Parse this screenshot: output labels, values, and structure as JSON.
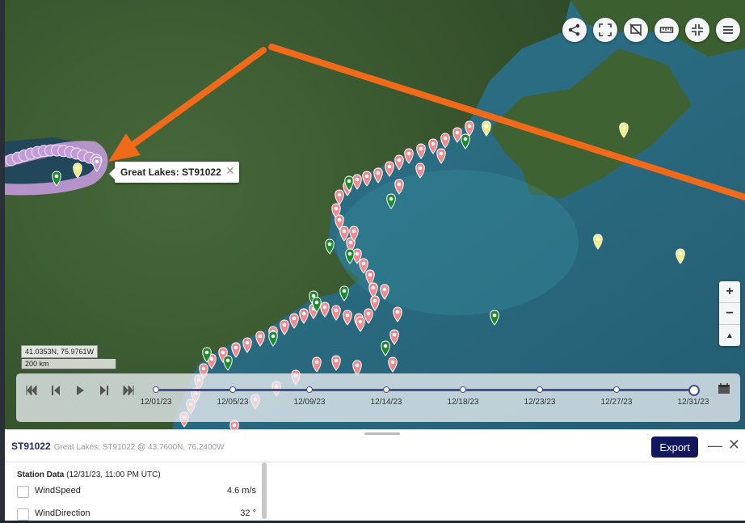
{
  "map": {
    "popup": {
      "title": "Great Lakes: ST91022",
      "close": "✕"
    },
    "coordinate_readout": "41.0353N, 75.9761W",
    "scale_label": "200 km",
    "colors": {
      "coast_marker": "#f08a8e",
      "station_marker": "#1e8a2e",
      "buoy_marker": "#f2ec7a",
      "track": "#c39bd6",
      "arrow": "#f06a1a",
      "ocean": "#2e6f86",
      "land": "#3d5a2e"
    },
    "tools": [
      {
        "name": "share-icon"
      },
      {
        "name": "fullscreen-icon"
      },
      {
        "name": "hide-labels-icon"
      },
      {
        "name": "ruler-icon"
      },
      {
        "name": "collapse-icon"
      },
      {
        "name": "layers-menu-icon"
      }
    ],
    "zoom": {
      "in": "+",
      "out": "−",
      "compass": "▲"
    }
  },
  "timeline": {
    "controls": [
      "skip-start-icon",
      "step-back-icon",
      "play-icon",
      "step-forward-icon",
      "skip-end-icon"
    ],
    "dates": [
      "12/01/23",
      "12/05/23",
      "12/09/23",
      "12/14/23",
      "12/18/23",
      "12/23/23",
      "12/27/23",
      "12/31/23"
    ]
  },
  "panel": {
    "station_id": "ST91022",
    "subtitle": "Great Lakes: ST91022 @ 43.7600N, 76.2400W",
    "export_label": "Export",
    "minimize": "—",
    "close": "✕",
    "data_title": "Station Data",
    "data_time": "(12/31/23, 11:00 PM UTC)",
    "rows": [
      {
        "name": "WindSpeed",
        "value": "4.6 m/s"
      },
      {
        "name": "WindDirection",
        "value": "32 °"
      }
    ]
  }
}
